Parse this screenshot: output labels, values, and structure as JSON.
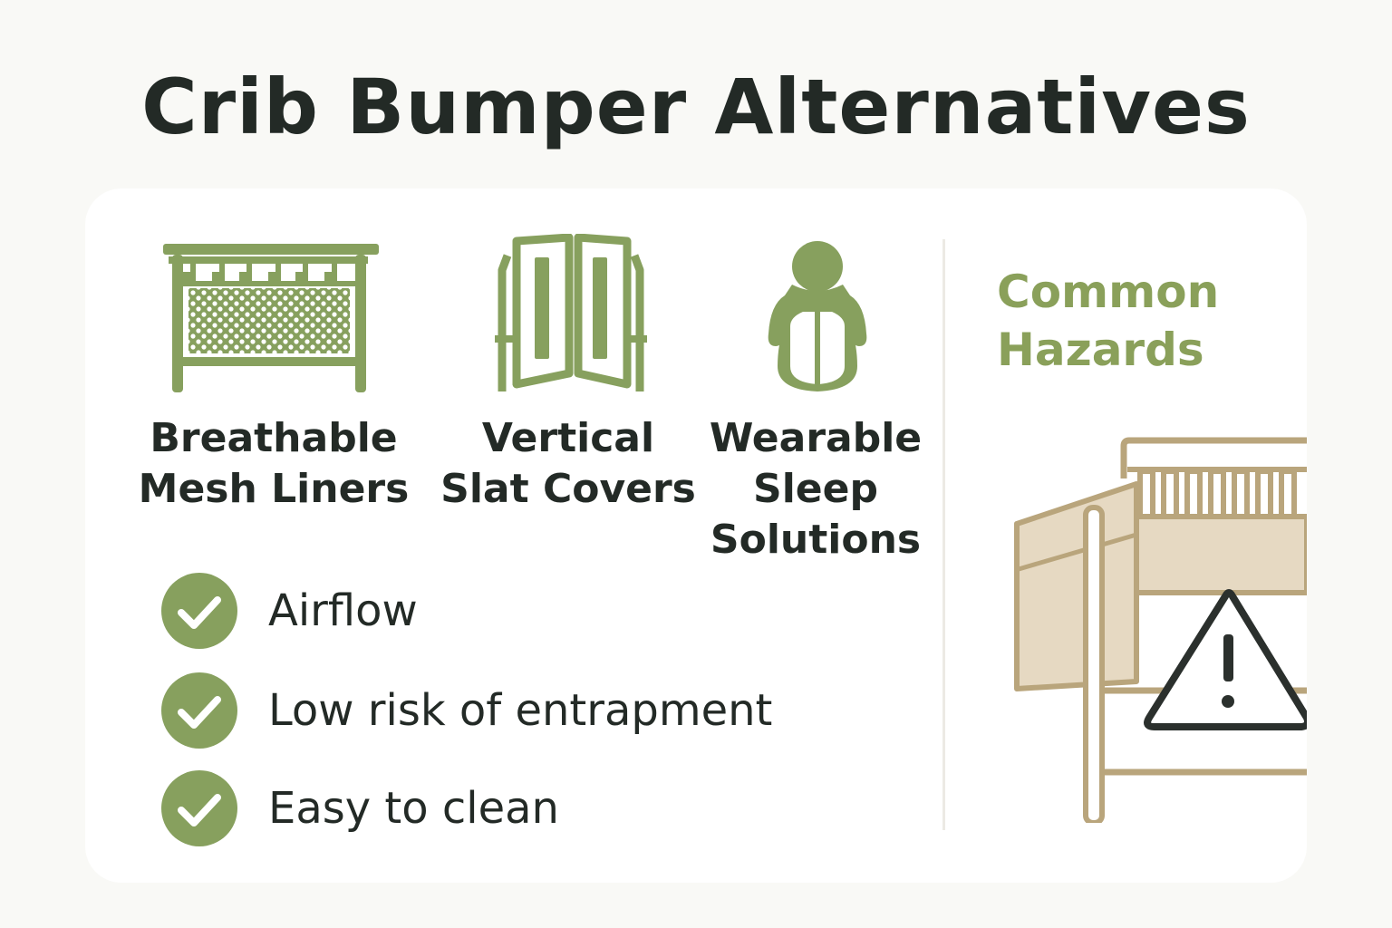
{
  "title": "Crib Bumper Alternatives",
  "colors": {
    "accent_green": "#87a05e",
    "hazard_tan": "#b9a57c",
    "hazard_fill": "#e6d9c2",
    "text_dark": "#232a26",
    "background": "#f9f9f6"
  },
  "alternatives": [
    {
      "icon": "mesh-crib-icon",
      "label_line1": "Breathable",
      "label_line2": "Mesh Liners"
    },
    {
      "icon": "slat-covers-icon",
      "label_line1": "Vertical",
      "label_line2": "Slat Covers"
    },
    {
      "icon": "sleep-sack-icon",
      "label_line1": "Wearable",
      "label_line2": "Sleep",
      "label_line3": "Solutions"
    }
  ],
  "benefits": [
    {
      "icon": "check-circle-icon",
      "label": "Airflow"
    },
    {
      "icon": "check-circle-icon",
      "label": "Low risk of entrapment"
    },
    {
      "icon": "check-circle-icon",
      "label": "Easy to clean"
    }
  ],
  "hazards": {
    "title_line1": "Common",
    "title_line2": "Hazards",
    "icon": "warning-triangle-icon"
  }
}
